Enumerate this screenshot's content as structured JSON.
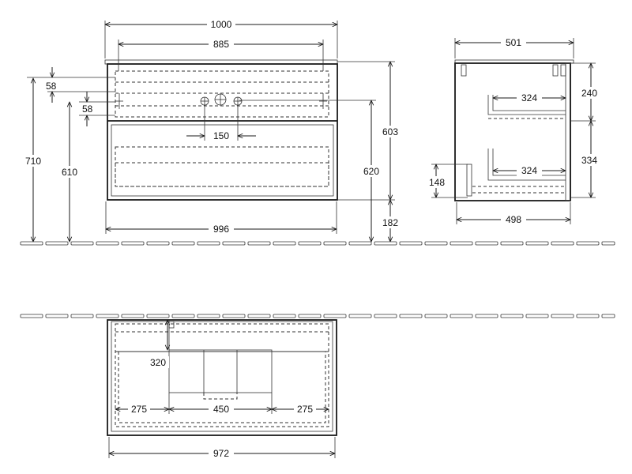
{
  "dimensions": {
    "front_width_top": "1000",
    "front_inner_width": "885",
    "front_offset_a": "58",
    "front_offset_b": "58",
    "total_height": "710",
    "mount_height": "610",
    "tap_spacing": "150",
    "body_height": "603",
    "hang_height": "620",
    "floor_gap": "182",
    "front_width_bottom": "996",
    "side_depth_top": "501",
    "drawer1_depth": "324",
    "drawer1_height": "240",
    "drawer2_depth": "324",
    "drawer2_height": "334",
    "siphon_height": "148",
    "side_depth_bottom": "498",
    "plan_cutout_depth": "320",
    "plan_left_margin": "275",
    "plan_cutout_width": "450",
    "plan_right_margin": "275",
    "plan_total_width": "972"
  }
}
